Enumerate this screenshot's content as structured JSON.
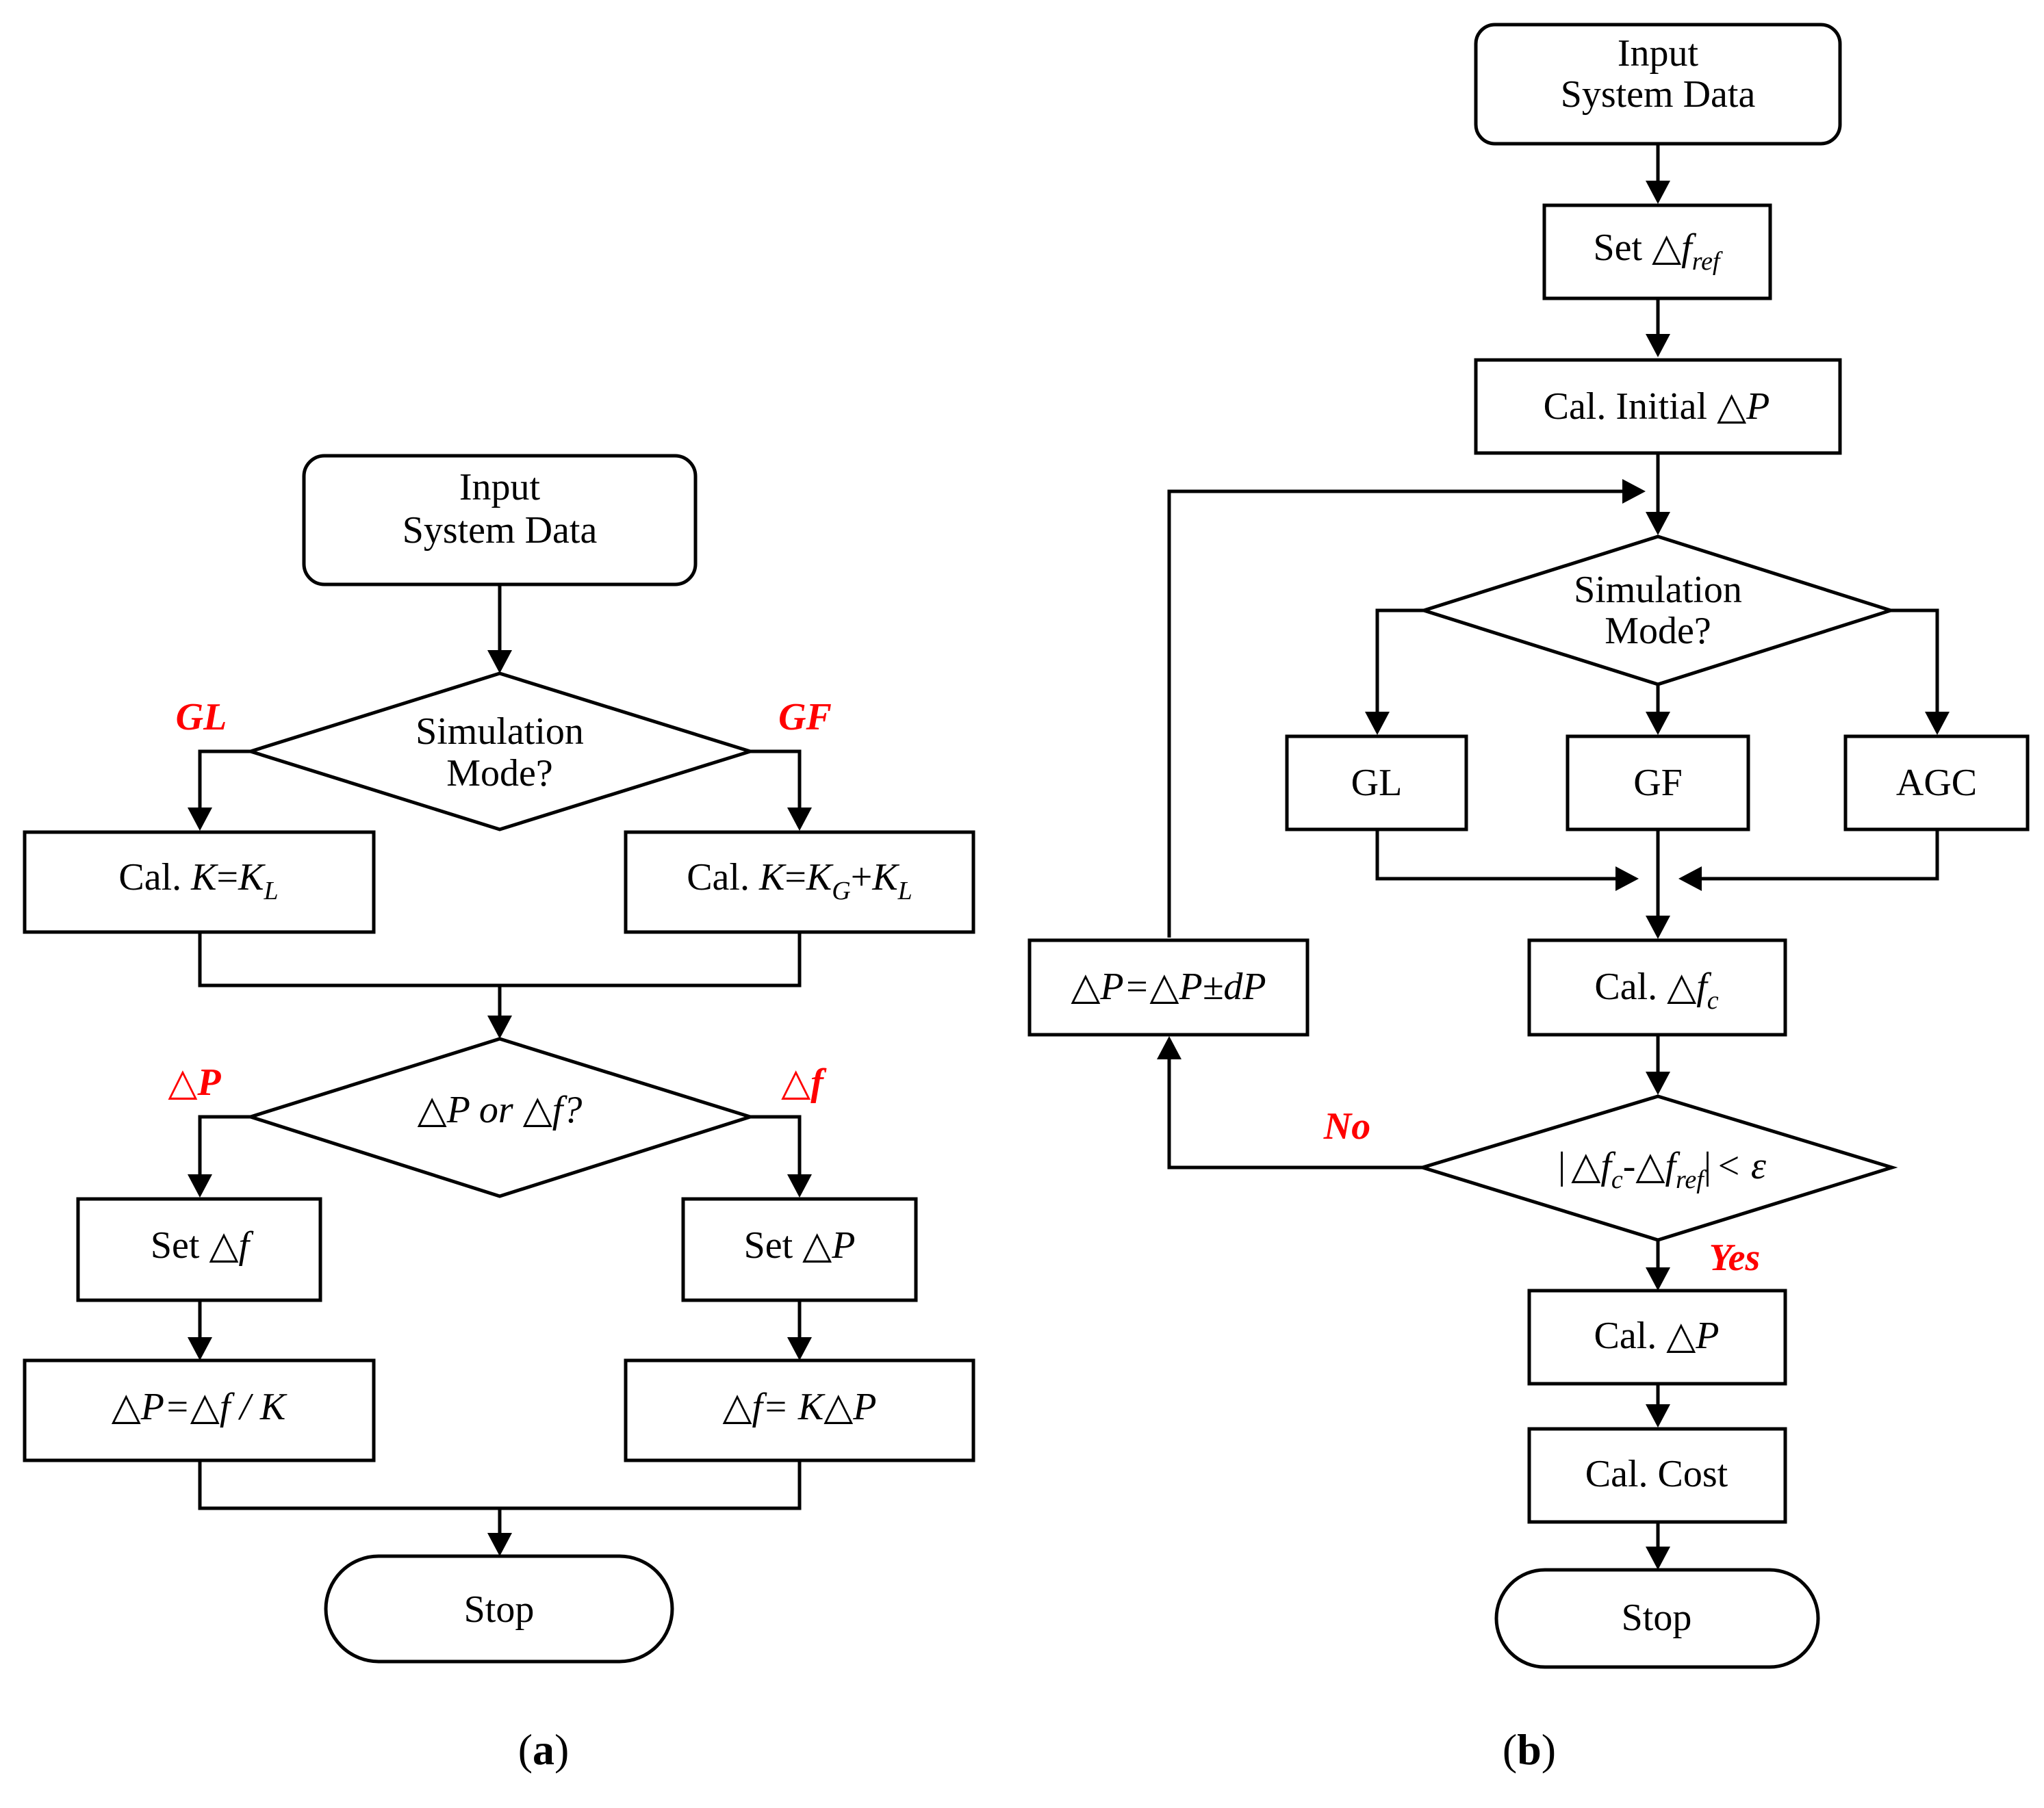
{
  "panel_a": {
    "input": {
      "line1": "Input",
      "line2": "System Data"
    },
    "mode_decision": {
      "line1": "Simulation",
      "line2": "Mode?"
    },
    "branch_gl": "GL",
    "branch_gf": "GF",
    "cal_k_left": {
      "prefix": "Cal. ",
      "k": "K",
      "eq": "=",
      "kl": "K",
      "kl_sub": "L"
    },
    "cal_k_right": {
      "prefix": "Cal. ",
      "k": "K",
      "eq": "=",
      "kg": "K",
      "kg_sub": "G",
      "plus": "+",
      "kl": "K",
      "kl_sub": "L"
    },
    "dp_df_decision": {
      "a": "△P",
      "or": " or ",
      "b": "△f",
      "q": "?"
    },
    "branch_dp": "△P",
    "branch_df": "△f",
    "set_df": {
      "prefix": "Set ",
      "var": "△f"
    },
    "set_dp": {
      "prefix": "Set ",
      "var": "△P"
    },
    "eq_left": "△P=△f / K",
    "eq_right": "△f= K△P",
    "stop": "Stop",
    "caption": {
      "open": "(",
      "letter": "a",
      "close": ")"
    }
  },
  "panel_b": {
    "input": {
      "line1": "Input",
      "line2": "System Data"
    },
    "set_fref": {
      "prefix": "Set ",
      "var": "△f",
      "sub": "ref"
    },
    "cal_initial": {
      "prefix": "Cal. Initial ",
      "var": "△P"
    },
    "mode_decision": {
      "line1": "Simulation",
      "line2": "Mode?"
    },
    "gl": "GL",
    "gf": "GF",
    "agc": "AGC",
    "cal_fc": {
      "prefix": "Cal. ",
      "var": "△f",
      "sub": "c"
    },
    "update": "△P=△P±dP",
    "check": {
      "bar_left": "|",
      "a": "△f",
      "a_sub": "c",
      "minus": "-",
      "b": "△f",
      "b_sub": "ref",
      "bar_right": "|",
      "lt": "< ε"
    },
    "no": "No",
    "yes": "Yes",
    "cal_dp": {
      "prefix": "Cal. ",
      "var": "△P"
    },
    "cal_cost": "Cal. Cost",
    "stop": "Stop",
    "caption": {
      "open": "(",
      "letter": "b",
      "close": ")"
    }
  },
  "colors": {
    "branch_label": "#ff0000",
    "stroke": "#000000",
    "fill": "#ffffff"
  }
}
